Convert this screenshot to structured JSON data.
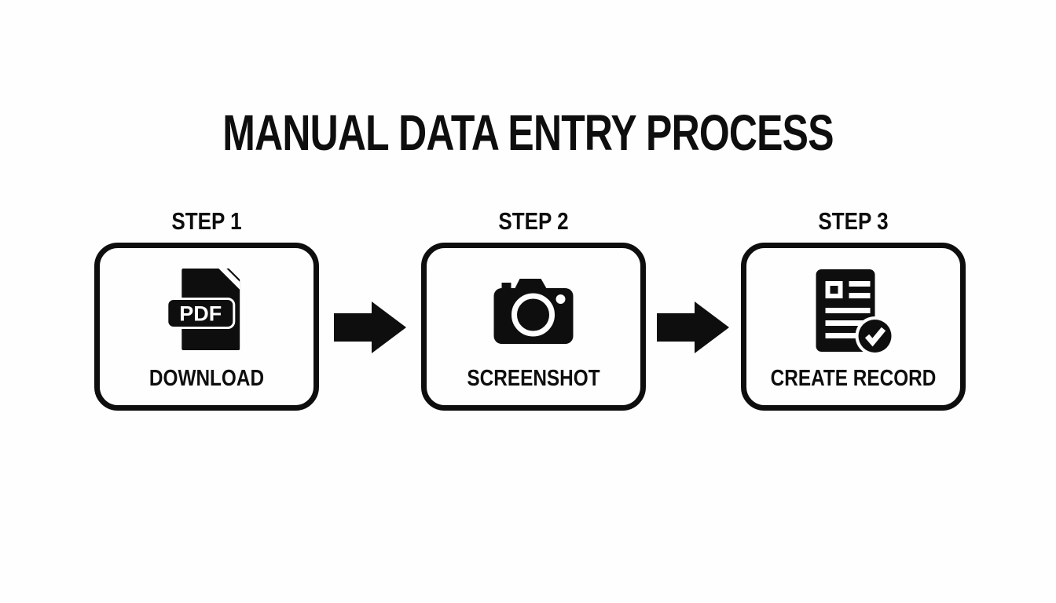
{
  "title": "MANUAL DATA ENTRY PROCESS",
  "colors": {
    "background": "#fefefe",
    "ink": "#0e0e0e"
  },
  "steps": [
    {
      "step_label": "STEP 1",
      "name": "DOWNLOAD",
      "icon": "pdf-file-icon",
      "icon_text": "PDF"
    },
    {
      "step_label": "STEP 2",
      "name": "SCREENSHOT",
      "icon": "camera-icon",
      "icon_text": ""
    },
    {
      "step_label": "STEP 3",
      "name": "CREATE RECORD",
      "icon": "record-check-icon",
      "icon_text": ""
    }
  ],
  "arrows": [
    {
      "name": "arrow-step1-to-step2",
      "direction": "right"
    },
    {
      "name": "arrow-step2-to-step3",
      "direction": "right"
    }
  ]
}
